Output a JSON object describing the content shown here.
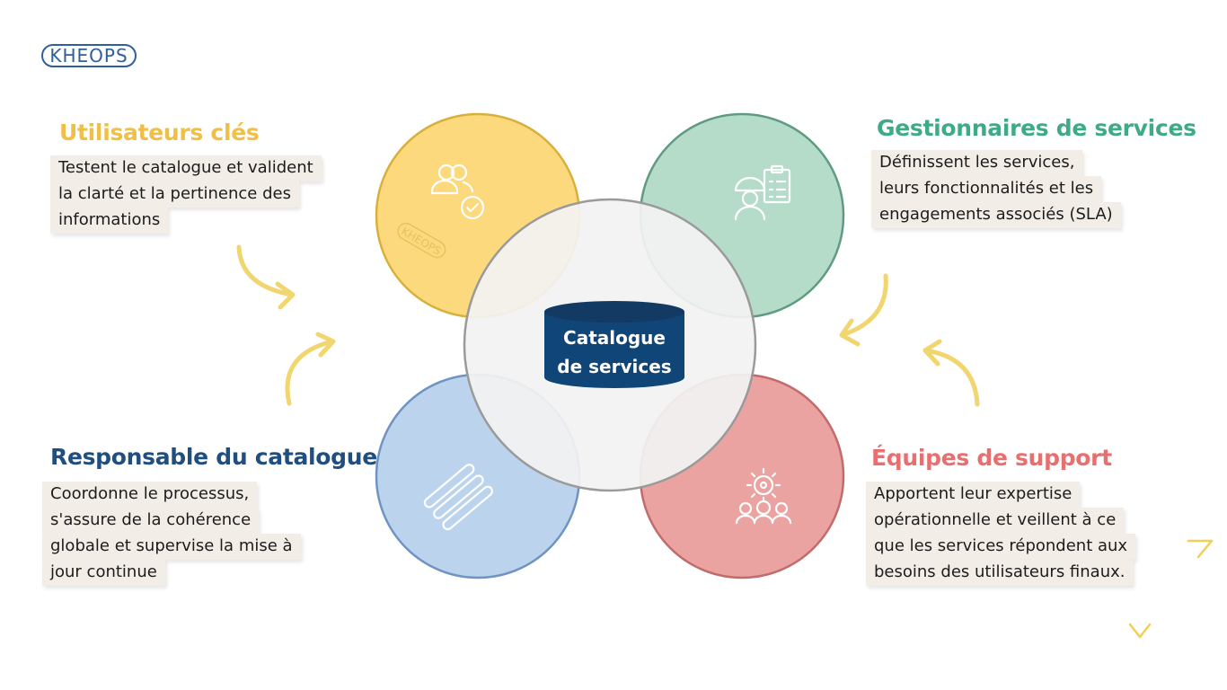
{
  "logo": {
    "text": "KHEOPS"
  },
  "center": {
    "line1": "Catalogue",
    "line2": "de services"
  },
  "roles": {
    "key_users": {
      "title": "Utilisateurs clés",
      "desc": [
        "Testent le catalogue et valident",
        "la clarté et la pertinence des",
        "informations"
      ],
      "color": "#f3c44e"
    },
    "service_managers": {
      "title": "Gestionnaires de services",
      "desc": [
        "Définissent les services,",
        "leurs fonctionnalités et les",
        "engagements associés (SLA)"
      ],
      "color": "#3fab84"
    },
    "catalogue_owner": {
      "title": "Responsable du catalogue",
      "desc": [
        "Coordonne le processus,",
        "s'assure de la cohérence",
        "globale et supervise la mise à",
        "jour continue"
      ],
      "color": "#1f4e7f"
    },
    "support_teams": {
      "title": "Équipes de support",
      "desc": [
        "Apportent leur expertise",
        "opérationnelle et veillent à ce",
        "que les services répondent aux",
        "besoins des utilisateurs finaux."
      ],
      "color": "#e76f6f"
    }
  },
  "icons": {
    "key_users": "users-check-icon",
    "service_managers": "engineer-clipboard-icon",
    "catalogue_owner": "stacked-bars-icon",
    "support_teams": "team-gear-icon"
  }
}
